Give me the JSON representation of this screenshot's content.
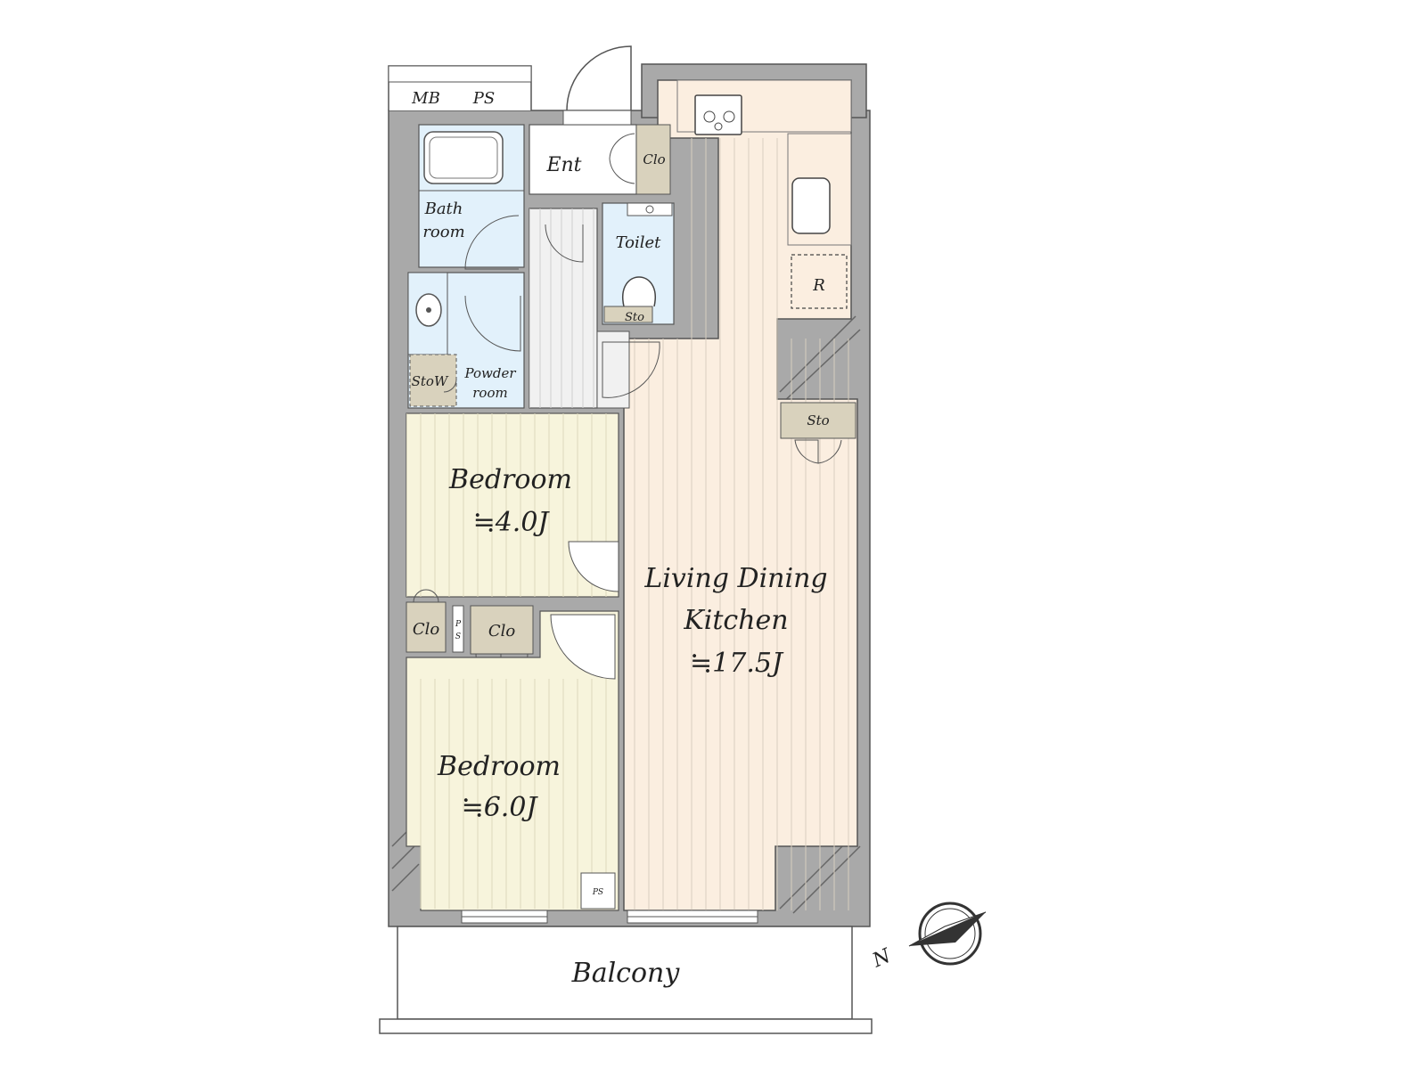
{
  "rooms": {
    "ldk": {
      "line1": "Living Dining",
      "line2": "Kitchen",
      "area": "≒17.5J"
    },
    "bedroom_upper": {
      "name": "Bedroom",
      "area": "≒4.0J"
    },
    "bedroom_lower": {
      "name": "Bedroom",
      "area": "≒6.0J"
    },
    "bathroom": {
      "line1": "Bath",
      "line2": "room"
    },
    "powder_room": {
      "line1": "Powder",
      "line2": "room"
    },
    "toilet": {
      "name": "Toilet"
    },
    "entrance": {
      "name": "Ent"
    },
    "balcony": {
      "name": "Balcony"
    }
  },
  "labels": {
    "mb": "MB",
    "ps_top": "PS",
    "clo_entrance": "Clo",
    "clo_bedroom_left": "Clo",
    "clo_bedroom_right": "Clo",
    "sto_toilet": "Sto",
    "sto_ldk": "Sto",
    "sto_w_powder": "StoW",
    "refrigerator": "R",
    "ps_small_p": "P",
    "ps_small_s": "S",
    "ps_bottom": "PS",
    "compass_north": "N"
  },
  "colors": {
    "wall": "#a9a9a9",
    "wall_line": "#555555",
    "ldk_floor": "#fbeee0",
    "bedroom_floor": "#f7f4dc",
    "wet_area": "#e2f1fb",
    "corridor": "#f1f1f1",
    "storage": "#d9d2bd",
    "balcony": "#ffffff"
  }
}
